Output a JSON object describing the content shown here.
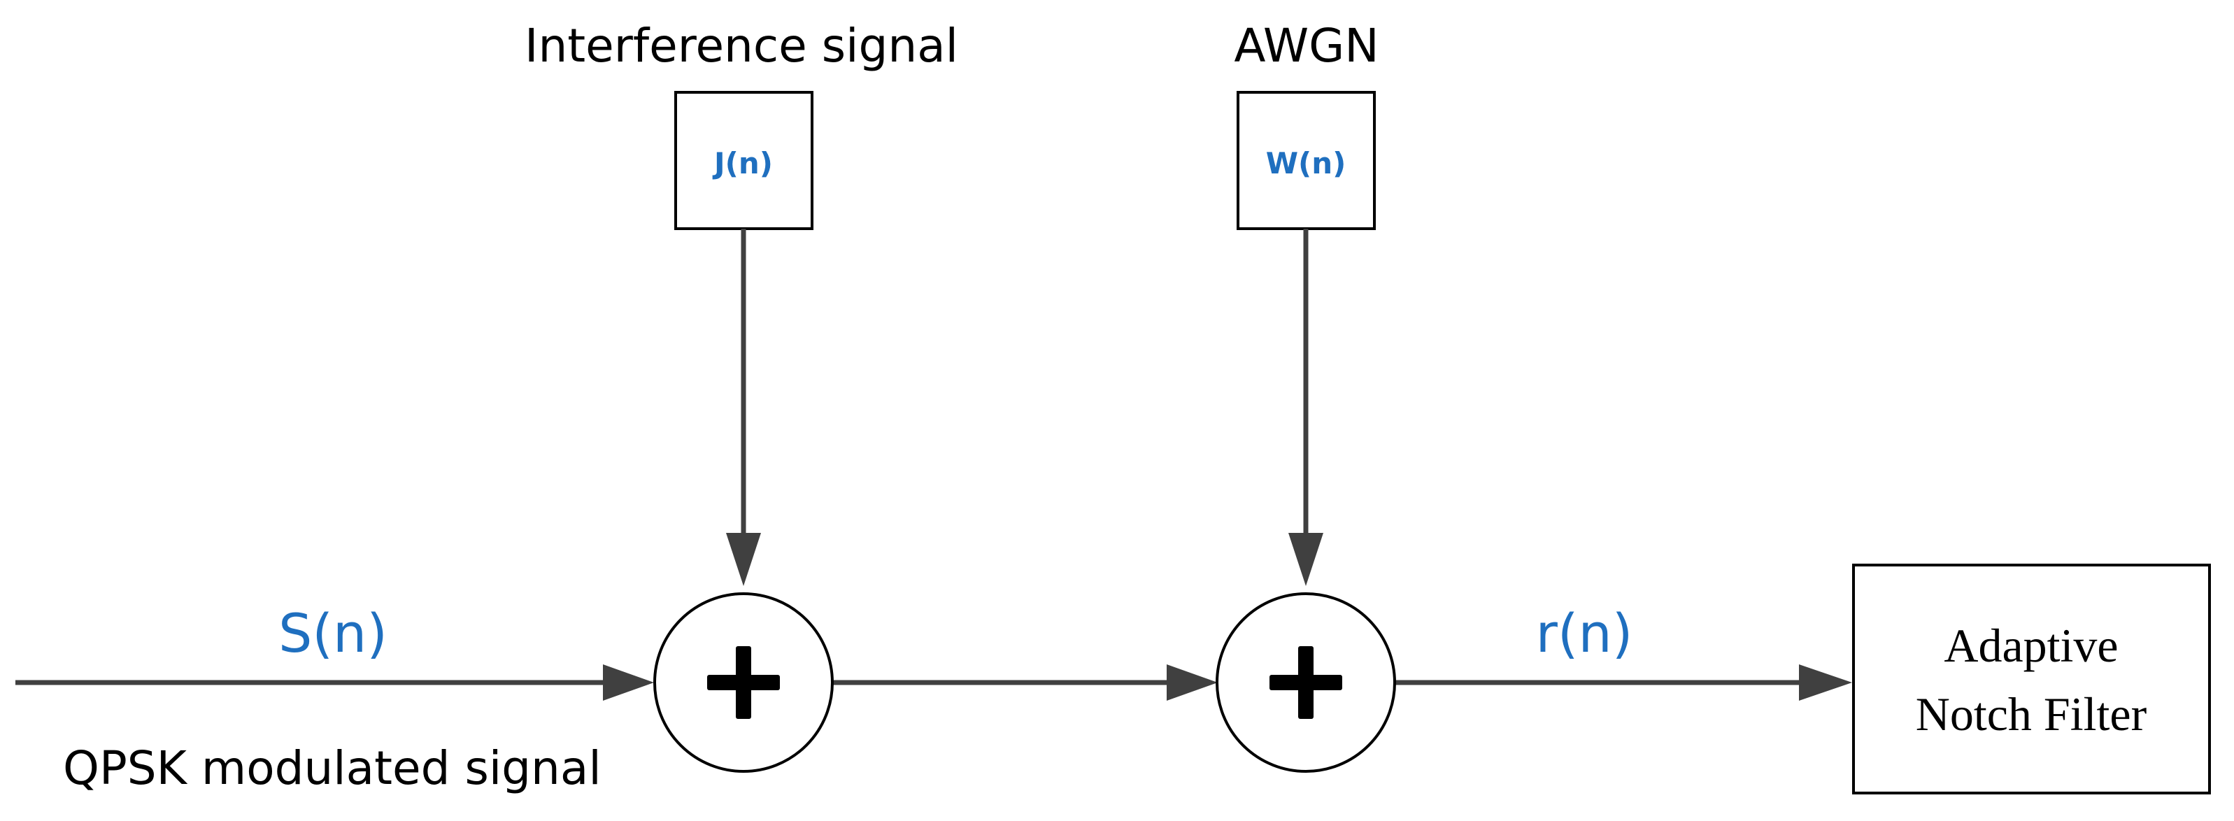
{
  "labels": {
    "interference_title": "Interference signal",
    "awgn_title": "AWGN",
    "input_signal": "S(n)",
    "input_description": "QPSK modulated signal",
    "output_signal": "r(n)"
  },
  "boxes": {
    "interference": "J(n)",
    "noise": "W(n)"
  },
  "filter": {
    "line1": "Adaptive",
    "line2": "Notch Filter"
  },
  "summing_symbol": "+",
  "colors": {
    "signal_label": "#1f6fbf",
    "wire": "#404040",
    "outline": "#000000"
  }
}
